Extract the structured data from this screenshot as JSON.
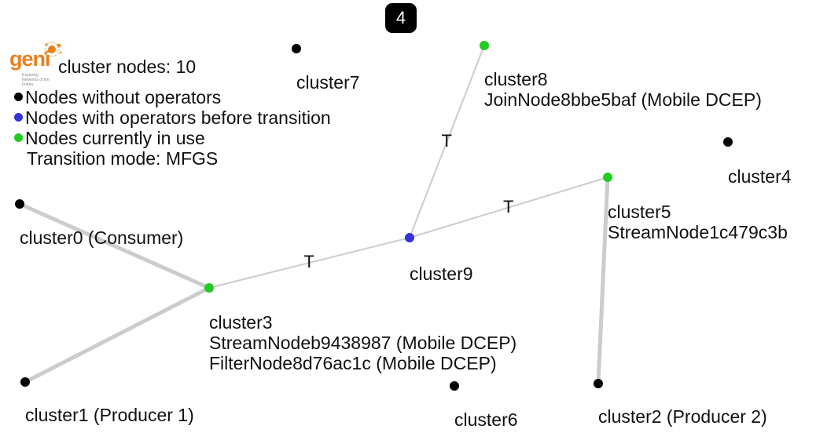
{
  "badge": "4",
  "logo": {
    "word": "geni",
    "tagline": "Exploring Networks of the Future"
  },
  "info": {
    "cluster_nodes": "cluster nodes: 10",
    "transition_mode": "Transition mode: MFGS"
  },
  "legend": [
    {
      "label": "Nodes without operators",
      "color": "#000000"
    },
    {
      "label": "Nodes with operators before transition",
      "color": "#3333dd"
    },
    {
      "label": "Nodes currently in use",
      "color": "#22cc22"
    }
  ],
  "colors": {
    "edge": "#cccccc",
    "edge_label": "#111111"
  },
  "nodes": [
    {
      "id": "cluster0",
      "lines": [
        "cluster0 (Consumer)"
      ],
      "status": "idle"
    },
    {
      "id": "cluster1",
      "lines": [
        "cluster1 (Producer 1)"
      ],
      "status": "idle"
    },
    {
      "id": "cluster2",
      "lines": [
        "cluster2 (Producer 2)"
      ],
      "status": "idle"
    },
    {
      "id": "cluster3",
      "lines": [
        "cluster3",
        "StreamNodeb9438987 (Mobile DCEP)",
        "FilterNode8d76ac1c (Mobile DCEP)"
      ],
      "status": "in-use"
    },
    {
      "id": "cluster4",
      "lines": [
        "cluster4"
      ],
      "status": "idle"
    },
    {
      "id": "cluster5",
      "lines": [
        "cluster5",
        "StreamNode1c479c3b"
      ],
      "status": "in-use"
    },
    {
      "id": "cluster6",
      "lines": [
        "cluster6"
      ],
      "status": "idle"
    },
    {
      "id": "cluster7",
      "lines": [
        "cluster7"
      ],
      "status": "idle"
    },
    {
      "id": "cluster8",
      "lines": [
        "cluster8",
        "JoinNode8bbe5baf (Mobile DCEP)"
      ],
      "status": "in-use"
    },
    {
      "id": "cluster9",
      "lines": [
        "cluster9"
      ],
      "status": "before-transition"
    }
  ],
  "edges": [
    {
      "from": "cluster0",
      "to": "cluster3",
      "label": "",
      "weight": "heavy"
    },
    {
      "from": "cluster1",
      "to": "cluster3",
      "label": "",
      "weight": "heavy"
    },
    {
      "from": "cluster2",
      "to": "cluster5",
      "label": "",
      "weight": "heavy"
    },
    {
      "from": "cluster3",
      "to": "cluster9",
      "label": "T",
      "weight": "light"
    },
    {
      "from": "cluster9",
      "to": "cluster5",
      "label": "T",
      "weight": "light"
    },
    {
      "from": "cluster9",
      "to": "cluster8",
      "label": "T",
      "weight": "light"
    }
  ]
}
